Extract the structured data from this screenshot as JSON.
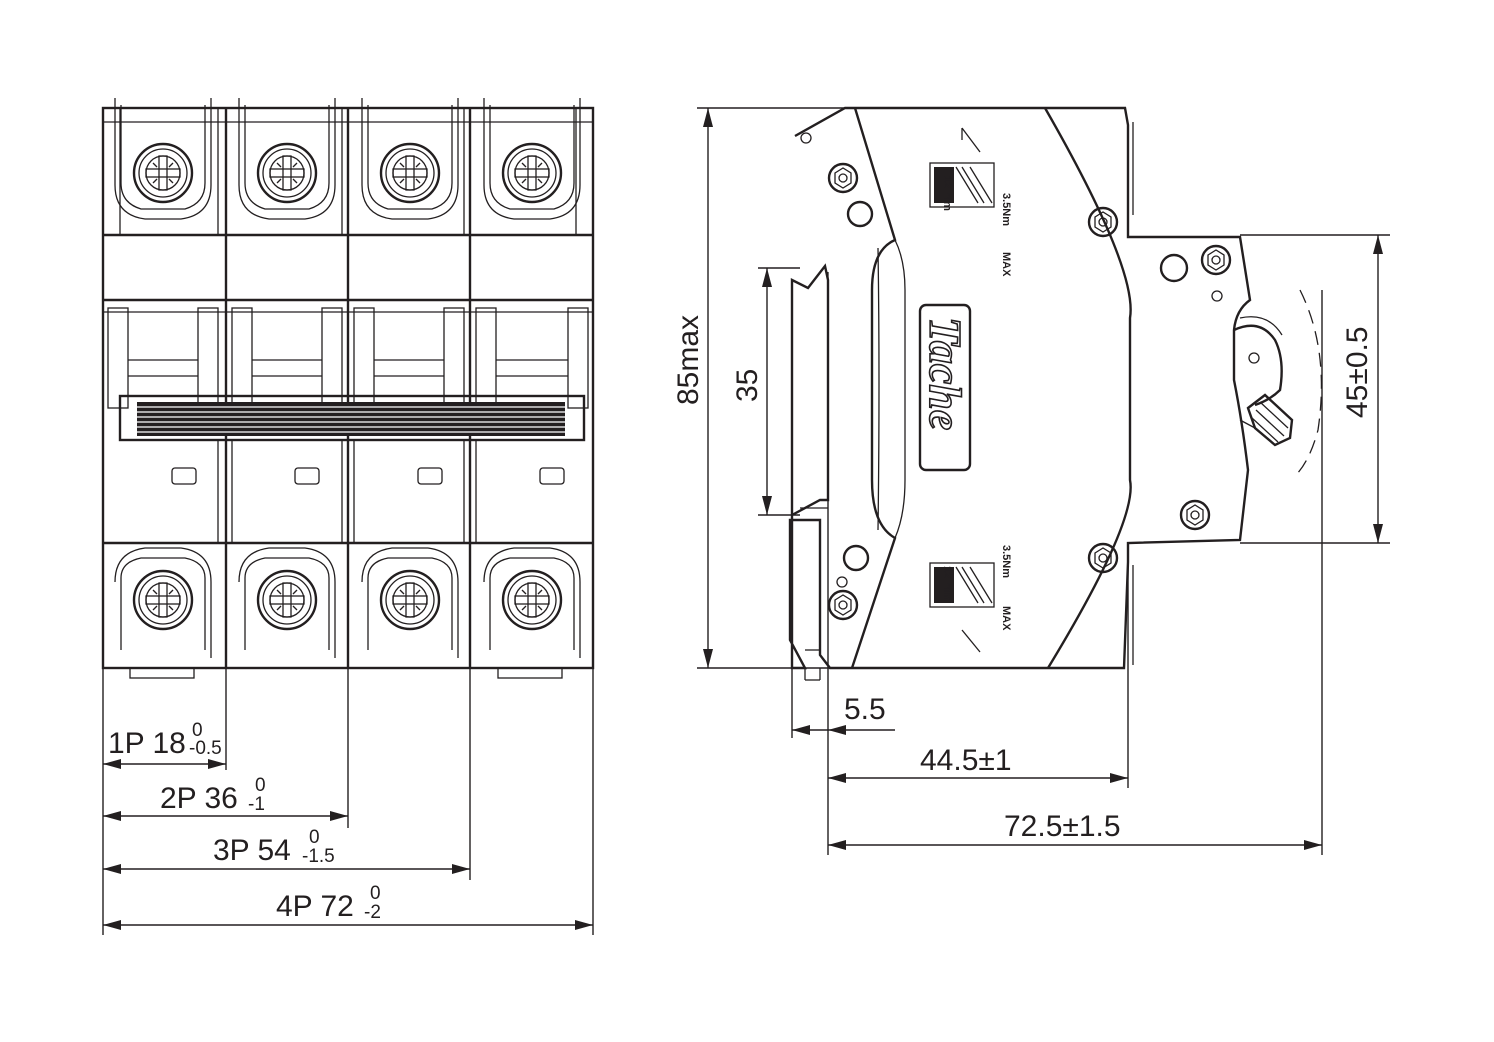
{
  "brand": "Tache",
  "dimensions": {
    "p1": {
      "main": "1P 18",
      "sup": "0",
      "sub": "-0.5"
    },
    "p2": {
      "main": "2P 36",
      "sup": "0",
      "sub": "-1"
    },
    "p3": {
      "main": "3P 54",
      "sup": "0",
      "sub": "-1.5"
    },
    "p4": {
      "main": "4P 72",
      "sup": "0",
      "sub": "-2"
    },
    "height": "85max",
    "rail": "35",
    "handle": "45±0.5",
    "clip": "5.5",
    "depth_front": "44.5±1",
    "depth_total": "72.5±1.5"
  },
  "terminal_label": {
    "size": "3.5Nm",
    "max": "MAX",
    "strip": "12 mm"
  }
}
